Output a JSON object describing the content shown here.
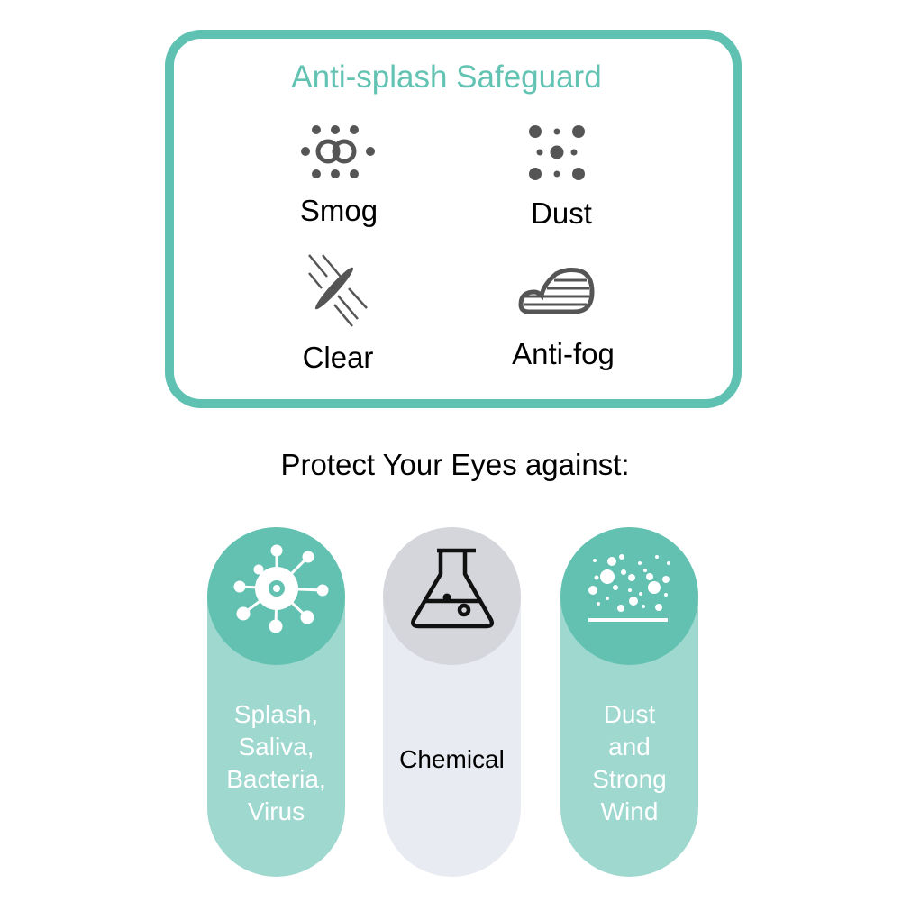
{
  "safeguard": {
    "title": "Anti-splash Safeguard",
    "features": [
      {
        "label": "Smog",
        "icon": "smog-icon"
      },
      {
        "label": "Dust",
        "icon": "dust-icon"
      },
      {
        "label": "Clear",
        "icon": "clear-lens-icon"
      },
      {
        "label": "Anti-fog",
        "icon": "anti-fog-icon"
      }
    ]
  },
  "protect": {
    "heading": "Protect Your Eyes against:",
    "items": [
      {
        "lines": [
          "Splash,",
          "Saliva,",
          "Bacteria,",
          "Virus"
        ],
        "icon": "virus-icon"
      },
      {
        "lines": [
          "Chemical"
        ],
        "icon": "flask-icon"
      },
      {
        "lines": [
          "Dust",
          "and",
          "Strong",
          "Wind"
        ],
        "icon": "dust-particles-icon"
      }
    ]
  },
  "colors": {
    "teal": "#5fc1b1",
    "teal_light": "#9ed8cf",
    "gray": "#d4d6db",
    "icon_gray": "#555555"
  }
}
